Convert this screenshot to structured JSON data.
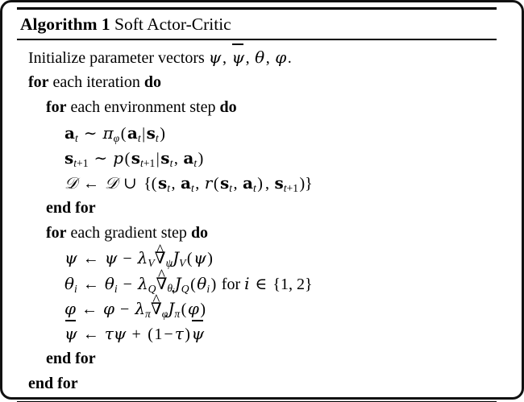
{
  "document": {
    "type": "algorithm-float",
    "colors": {
      "text": "#000000",
      "background": "#ffffff",
      "rule": "#000000",
      "frame": "#111111"
    }
  },
  "algorithm": {
    "keyword_label": "Algorithm",
    "number": "1",
    "name": "Soft Actor-Critic",
    "title_full": "Algorithm 1 Soft Actor-Critic",
    "lines": [
      {
        "id": "line-initialize",
        "indent": 1,
        "text": "Initialize parameter vectors ψ, ψ̄, θ, φ.",
        "keywords": []
      },
      {
        "id": "line-for-iteration",
        "indent": 1,
        "text": "for each iteration do",
        "keywords": [
          "for",
          "do"
        ]
      },
      {
        "id": "line-for-env-step",
        "indent": 2,
        "text": "for each environment step do",
        "keywords": [
          "for",
          "do"
        ]
      },
      {
        "id": "line-sample-action",
        "indent": 3,
        "text": "a_t ~ π_φ(a_t|s_t)",
        "keywords": []
      },
      {
        "id": "line-sample-next-state",
        "indent": 3,
        "text": "s_{t+1} ~ p(s_{t+1}|s_t, a_t)",
        "keywords": []
      },
      {
        "id": "line-buffer-update",
        "indent": 3,
        "text": "D ← D ∪ {(s_t, a_t, r(s_t, a_t), s_{t+1})}",
        "keywords": []
      },
      {
        "id": "line-end-for-env",
        "indent": 2,
        "text": "end for",
        "keywords": [
          "end for"
        ]
      },
      {
        "id": "line-for-gradient-step",
        "indent": 2,
        "text": "for each gradient step do",
        "keywords": [
          "for",
          "do"
        ]
      },
      {
        "id": "line-update-psi",
        "indent": 3,
        "text": "ψ ← ψ − λ_V ∇̂_ψ J_V(ψ)",
        "keywords": []
      },
      {
        "id": "line-update-theta",
        "indent": 3,
        "text": "θ_i ← θ_i − λ_Q ∇̂_{θ_i} J_Q(θ_i) for i ∈ {1, 2}",
        "keywords": []
      },
      {
        "id": "line-update-phi",
        "indent": 3,
        "text": "φ ← φ − λ_π ∇̂_φ J_π(φ)",
        "keywords": []
      },
      {
        "id": "line-update-target",
        "indent": 3,
        "text": "ψ̄ ← τψ + (1 − τ)ψ̄",
        "keywords": []
      },
      {
        "id": "line-end-for-gradient",
        "indent": 2,
        "text": "end for",
        "keywords": [
          "end for"
        ]
      },
      {
        "id": "line-end-for-iteration",
        "indent": 1,
        "text": "end for",
        "keywords": [
          "end for"
        ]
      }
    ],
    "tokens": {
      "initialize_word": "Initialize",
      "parameter_vectors_phrase": "parameter vectors",
      "for_kw": "for",
      "do_kw": "do",
      "end_for_kw": "end for",
      "each_word": "each",
      "iteration_word": "iteration",
      "environment_step_words": "environment step",
      "gradient_step_words": "gradient step",
      "for_index_word": "for",
      "index_set": "{1, 2}",
      "psi": "ψ",
      "psi_bar": "ψ̄",
      "theta": "θ",
      "phi": "φ",
      "tau": "τ",
      "pi": "π",
      "lambda": "λ",
      "nabla_hat": "∇̂",
      "arrow": "←",
      "sim": "∼",
      "cup": "∪",
      "in": "∈",
      "minus": "−",
      "plus": "+",
      "script_d": "𝒟",
      "one": "1",
      "two": "2",
      "V": "V",
      "Q": "Q",
      "J": "J",
      "p": "p",
      "r": "r",
      "i": "i",
      "t": "t",
      "bold_a": "a",
      "bold_s": "s"
    }
  }
}
